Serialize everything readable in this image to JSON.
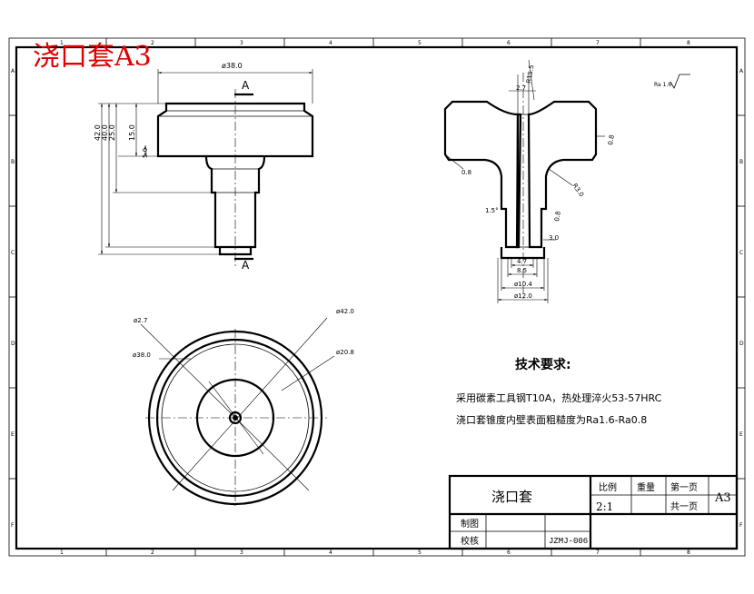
{
  "drawing_title": "浇口套A3",
  "zone_top": [
    "1",
    "2",
    "3",
    "4",
    "5",
    "6",
    "7",
    "8"
  ],
  "zone_side": [
    "A",
    "B",
    "C",
    "D",
    "E",
    "F"
  ],
  "front_view": {
    "dim_top": "ø38.0",
    "section_mark_top": "A",
    "section_mark_bottom": "A",
    "dim_42": "42.0",
    "dim_40": "40.0",
    "dim_25": "25.0",
    "dim_15": "15.0",
    "dim_5": "5.0"
  },
  "section_view": {
    "r15": "R15.5",
    "d27": "2.7",
    "chamfer_top": "0.8",
    "chamfer_side": "0.8",
    "r30": "R3.0",
    "ang15": "1.5°",
    "chamfer_lower": "0.8",
    "d30": "3.0",
    "d47": "4.7",
    "d85": "8.5",
    "d104": "ø10.4",
    "d120": "ø12.0",
    "surface": "Ra 1.6"
  },
  "top_view": {
    "d27": "ø2.7",
    "d38": "ø38.0",
    "d42": "ø42.0",
    "d208": "ø20.8"
  },
  "tech_req": {
    "heading": "技术要求:",
    "line1": "采用碳素工具钢T10A，热处理淬火53-57HRC",
    "line2": "浇口套锥度内壁表面粗糙度为Ra1.6-Ra0.8"
  },
  "title_block": {
    "part_name": "浇口套",
    "scale_label": "比例",
    "scale_value": "2:1",
    "weight_label": "重量",
    "sheet_label": "第一页",
    "total_label": "共一页",
    "size": "A3",
    "drawn_label": "制图",
    "checked_label": "校核",
    "drawing_no": "JZMJ-006"
  }
}
